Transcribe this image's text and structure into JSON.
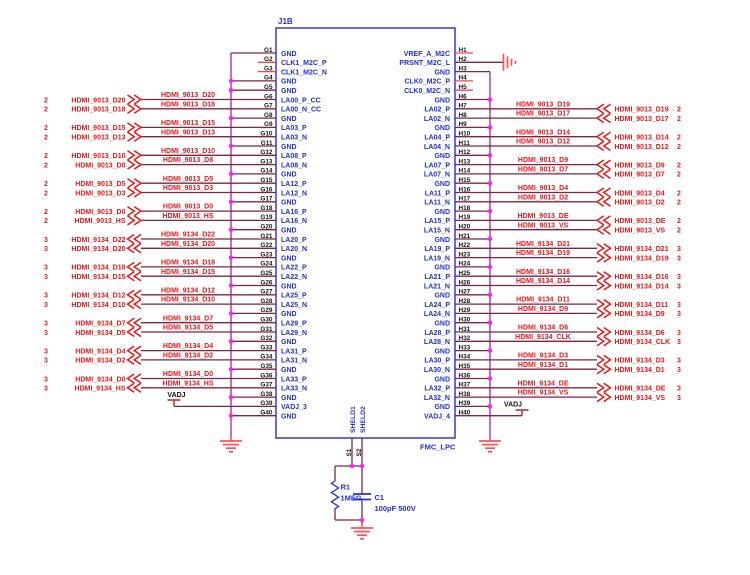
{
  "sheet": {
    "reference": "J1B",
    "part_name": "FMC_LPC",
    "vadj_label": "VADJ"
  },
  "connector": {
    "left_pins": [
      {
        "num": "G1",
        "name": "GND"
      },
      {
        "num": "G2",
        "name": "CLK1_M2C_P"
      },
      {
        "num": "G3",
        "name": "CLK1_M2C_N"
      },
      {
        "num": "G4",
        "name": "GND"
      },
      {
        "num": "G5",
        "name": "GND"
      },
      {
        "num": "G6",
        "name": "LA00_P_CC"
      },
      {
        "num": "G7",
        "name": "LA00_N_CC"
      },
      {
        "num": "G8",
        "name": "GND"
      },
      {
        "num": "G9",
        "name": "LA03_P"
      },
      {
        "num": "G10",
        "name": "LA03_N"
      },
      {
        "num": "G11",
        "name": "GND"
      },
      {
        "num": "G12",
        "name": "LA08_P"
      },
      {
        "num": "G13",
        "name": "LA08_N"
      },
      {
        "num": "G14",
        "name": "GND"
      },
      {
        "num": "G15",
        "name": "LA12_P"
      },
      {
        "num": "G16",
        "name": "LA12_N"
      },
      {
        "num": "G17",
        "name": "GND"
      },
      {
        "num": "G18",
        "name": "LA16_P"
      },
      {
        "num": "G19",
        "name": "LA16_N"
      },
      {
        "num": "G20",
        "name": "GND"
      },
      {
        "num": "G21",
        "name": "LA20_P"
      },
      {
        "num": "G22",
        "name": "LA20_N"
      },
      {
        "num": "G23",
        "name": "GND"
      },
      {
        "num": "G24",
        "name": "LA22_P"
      },
      {
        "num": "G25",
        "name": "LA22_N"
      },
      {
        "num": "G26",
        "name": "GND"
      },
      {
        "num": "G27",
        "name": "LA25_P"
      },
      {
        "num": "G28",
        "name": "LA25_N"
      },
      {
        "num": "G29",
        "name": "GND"
      },
      {
        "num": "G30",
        "name": "LA29_P"
      },
      {
        "num": "G31",
        "name": "LA29_N"
      },
      {
        "num": "G32",
        "name": "GND"
      },
      {
        "num": "G33",
        "name": "LA31_P"
      },
      {
        "num": "G34",
        "name": "LA31_N"
      },
      {
        "num": "G35",
        "name": "GND"
      },
      {
        "num": "G36",
        "name": "LA33_P"
      },
      {
        "num": "G37",
        "name": "LA33_N"
      },
      {
        "num": "G38",
        "name": "GND"
      },
      {
        "num": "G39",
        "name": "VADJ_3"
      },
      {
        "num": "G40",
        "name": "GND"
      }
    ],
    "right_pins": [
      {
        "num": "H1",
        "name": "VREF_A_M2C"
      },
      {
        "num": "H2",
        "name": "PRSNT_M2C_L"
      },
      {
        "num": "H3",
        "name": "GND"
      },
      {
        "num": "H4",
        "name": "CLK0_M2C_P"
      },
      {
        "num": "H5",
        "name": "CLK0_M2C_N"
      },
      {
        "num": "H6",
        "name": "GND"
      },
      {
        "num": "H7",
        "name": "LA02_P"
      },
      {
        "num": "H8",
        "name": "LA02_N"
      },
      {
        "num": "H9",
        "name": "GND"
      },
      {
        "num": "H10",
        "name": "LA04_P"
      },
      {
        "num": "H11",
        "name": "LA04_N"
      },
      {
        "num": "H12",
        "name": "GND"
      },
      {
        "num": "H13",
        "name": "LA07_P"
      },
      {
        "num": "H14",
        "name": "LA07_N"
      },
      {
        "num": "H15",
        "name": "GND"
      },
      {
        "num": "H16",
        "name": "LA11_P"
      },
      {
        "num": "H17",
        "name": "LA11_N"
      },
      {
        "num": "H18",
        "name": "GND"
      },
      {
        "num": "H19",
        "name": "LA15_P"
      },
      {
        "num": "H20",
        "name": "LA15_N"
      },
      {
        "num": "H21",
        "name": "GND"
      },
      {
        "num": "H22",
        "name": "LA19_P"
      },
      {
        "num": "H23",
        "name": "LA19_N"
      },
      {
        "num": "H24",
        "name": "GND"
      },
      {
        "num": "H25",
        "name": "LA21_P"
      },
      {
        "num": "H26",
        "name": "LA21_N"
      },
      {
        "num": "H27",
        "name": "GND"
      },
      {
        "num": "H28",
        "name": "LA24_P"
      },
      {
        "num": "H29",
        "name": "LA24_N"
      },
      {
        "num": "H30",
        "name": "GND"
      },
      {
        "num": "H31",
        "name": "LA28_P"
      },
      {
        "num": "H32",
        "name": "LA28_N"
      },
      {
        "num": "H33",
        "name": "GND"
      },
      {
        "num": "H34",
        "name": "LA30_P"
      },
      {
        "num": "H35",
        "name": "LA30_N"
      },
      {
        "num": "H36",
        "name": "GND"
      },
      {
        "num": "H37",
        "name": "LA32_P"
      },
      {
        "num": "H38",
        "name": "LA32_N"
      },
      {
        "num": "H39",
        "name": "GND"
      },
      {
        "num": "H40",
        "name": "VADJ_4"
      }
    ],
    "shield_pins": [
      {
        "num": "S1",
        "name": "SHELD1"
      },
      {
        "num": "S2",
        "name": "SHELD2"
      }
    ]
  },
  "left_offpage": [
    {
      "pin": "G6",
      "net": "HDMI_9013_D20",
      "page": "2",
      "dir": "in"
    },
    {
      "pin": "G7",
      "net": "HDMI_9013_D18",
      "page": "2",
      "dir": "in"
    },
    {
      "pin": "G9",
      "net": "HDMI_9013_D15",
      "page": "2",
      "dir": "in"
    },
    {
      "pin": "G10",
      "net": "HDMI_9013_D13",
      "page": "2",
      "dir": "in"
    },
    {
      "pin": "G12",
      "net": "HDMI_9013_D10",
      "page": "2",
      "dir": "in"
    },
    {
      "pin": "G13",
      "net": "HDMI_9013_D8",
      "page": "2",
      "dir": "in"
    },
    {
      "pin": "G15",
      "net": "HDMI_9013_D5",
      "page": "2",
      "dir": "in"
    },
    {
      "pin": "G16",
      "net": "HDMI_9013_D3",
      "page": "2",
      "dir": "in"
    },
    {
      "pin": "G18",
      "net": "HDMI_9013_D0",
      "page": "2",
      "dir": "in"
    },
    {
      "pin": "G19",
      "net": "HDMI_9013_HS",
      "page": "2",
      "dir": "in"
    },
    {
      "pin": "G21",
      "net": "HDMI_9134_D22",
      "page": "3",
      "dir": "out"
    },
    {
      "pin": "G22",
      "net": "HDMI_9134_D20",
      "page": "3",
      "dir": "out"
    },
    {
      "pin": "G24",
      "net": "HDMI_9134_D18",
      "page": "3",
      "dir": "out"
    },
    {
      "pin": "G25",
      "net": "HDMI_9134_D15",
      "page": "3",
      "dir": "out"
    },
    {
      "pin": "G27",
      "net": "HDMI_9134_D12",
      "page": "3",
      "dir": "out"
    },
    {
      "pin": "G28",
      "net": "HDMI_9134_D10",
      "page": "3",
      "dir": "out"
    },
    {
      "pin": "G30",
      "net": "HDMI_9134_D7",
      "page": "3",
      "dir": "out"
    },
    {
      "pin": "G31",
      "net": "HDMI_9134_D5",
      "page": "3",
      "dir": "out"
    },
    {
      "pin": "G33",
      "net": "HDMI_9134_D4",
      "page": "3",
      "dir": "out"
    },
    {
      "pin": "G34",
      "net": "HDMI_9134_D2",
      "page": "3",
      "dir": "out"
    },
    {
      "pin": "G36",
      "net": "HDMI_9134_D0",
      "page": "3",
      "dir": "out"
    },
    {
      "pin": "G37",
      "net": "HDMI_9134_HS",
      "page": "3",
      "dir": "out"
    }
  ],
  "right_offpage": [
    {
      "pin": "H7",
      "net": "HDMI_9013_D19",
      "page": "2",
      "dir": "in"
    },
    {
      "pin": "H8",
      "net": "HDMI_9013_D17",
      "page": "2",
      "dir": "in"
    },
    {
      "pin": "H10",
      "net": "HDMI_9013_D14",
      "page": "2",
      "dir": "in"
    },
    {
      "pin": "H11",
      "net": "HDMI_9013_D12",
      "page": "2",
      "dir": "in"
    },
    {
      "pin": "H13",
      "net": "HDMI_9013_D9",
      "page": "2",
      "dir": "in"
    },
    {
      "pin": "H14",
      "net": "HDMI_9013_D7",
      "page": "2",
      "dir": "in"
    },
    {
      "pin": "H16",
      "net": "HDMI_9013_D4",
      "page": "2",
      "dir": "in"
    },
    {
      "pin": "H17",
      "net": "HDMI_9013_D2",
      "page": "2",
      "dir": "in"
    },
    {
      "pin": "H19",
      "net": "HDMI_9013_DE",
      "page": "2",
      "dir": "in"
    },
    {
      "pin": "H20",
      "net": "HDMI_9013_VS",
      "page": "2",
      "dir": "in"
    },
    {
      "pin": "H22",
      "net": "HDMI_9134_D21",
      "page": "3",
      "dir": "out"
    },
    {
      "pin": "H23",
      "net": "HDMI_9134_D19",
      "page": "3",
      "dir": "out"
    },
    {
      "pin": "H25",
      "net": "HDMI_9134_D16",
      "page": "3",
      "dir": "out"
    },
    {
      "pin": "H26",
      "net": "HDMI_9134_D14",
      "page": "3",
      "dir": "out"
    },
    {
      "pin": "H28",
      "net": "HDMI_9134_D11",
      "page": "3",
      "dir": "out"
    },
    {
      "pin": "H29",
      "net": "HDMI_9134_D9",
      "page": "3",
      "dir": "out"
    },
    {
      "pin": "H31",
      "net": "HDMI_9134_D6",
      "page": "3",
      "dir": "out"
    },
    {
      "pin": "H32",
      "net": "HDMI_9134_CLK",
      "page": "3",
      "dir": "out"
    },
    {
      "pin": "H34",
      "net": "HDMI_9134_D3",
      "page": "3",
      "dir": "out"
    },
    {
      "pin": "H35",
      "net": "HDMI_9134_D1",
      "page": "3",
      "dir": "out"
    },
    {
      "pin": "H37",
      "net": "HDMI_9134_DE",
      "page": "3",
      "dir": "out"
    },
    {
      "pin": "H38",
      "net": "HDMI_9134_VS",
      "page": "3",
      "dir": "out"
    }
  ],
  "left_gnd_bus_pins": [
    "G4",
    "G5",
    "G8",
    "G11",
    "G14",
    "G17",
    "G20",
    "G23",
    "G26",
    "G29",
    "G32",
    "G35",
    "G38",
    "G40"
  ],
  "left_gnd_corner_pin": "G1",
  "right_gnd_bus_pins": [
    "H6",
    "H9",
    "H12",
    "H15",
    "H18",
    "H21",
    "H24",
    "H27",
    "H30",
    "H33",
    "H36",
    "H39"
  ],
  "right_gnd_corner_pin": "H3",
  "right_top_gnd_pin": "H2",
  "unconnected_pins": [
    "G2",
    "G3",
    "H1",
    "H4",
    "H5"
  ],
  "vadj_pins": {
    "left": "G39",
    "right": "H40"
  },
  "shield_circuit": {
    "resistor_ref": "R1",
    "resistor_value": "1MEG",
    "capacitor_ref": "C1",
    "capacitor_value": "100pF 500V"
  },
  "colors": {
    "background": "#FFFFFF",
    "box_border": "#4444DE",
    "blue_text": "#2030D8",
    "black_text": "#141414",
    "wire": "#7E2547",
    "bus": "#A833A8",
    "junction": "#FF1CFF",
    "net_red": "#EE1515",
    "ground_red": "#FF5252",
    "stub_red": "#FF4040",
    "tap_red": "#C03030",
    "component_blue": "#2030D8"
  }
}
